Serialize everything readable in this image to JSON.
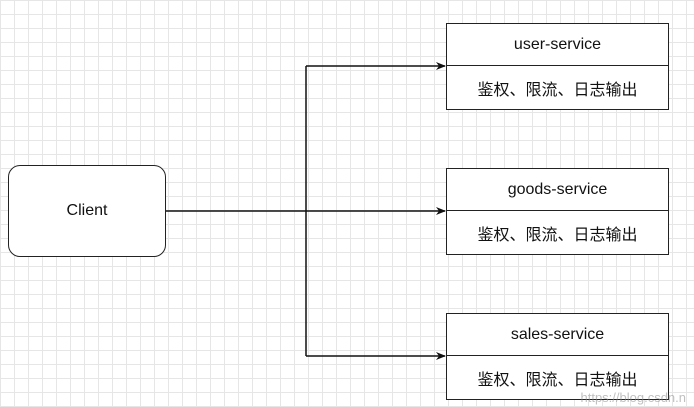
{
  "client": {
    "label": "Client"
  },
  "services": [
    {
      "name": "user-service",
      "features": "鉴权、限流、日志输出"
    },
    {
      "name": "goods-service",
      "features": "鉴权、限流、日志输出"
    },
    {
      "name": "sales-service",
      "features": "鉴权、限流、日志输出"
    }
  ],
  "colors": {
    "line": "#111111",
    "border": "#222222",
    "grid": "#e6e6e6"
  },
  "watermark": "https://blog.csdn.n"
}
